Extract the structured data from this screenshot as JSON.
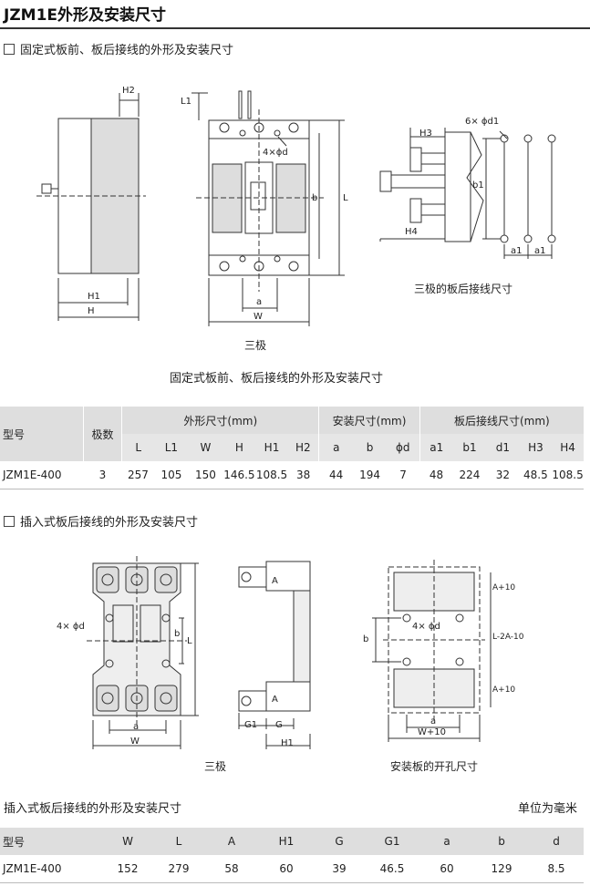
{
  "page_title": "JZM1E外形及安装尺寸",
  "section1": {
    "heading": "固定式板前、板后接线的外形及安装尺寸",
    "fig_label_poles": "三极",
    "fig_label_back": "三极的板后接线尺寸",
    "caption": "固定式板前、板后接线的外形及安装尺寸",
    "dims": {
      "H2": "H2",
      "H1": "H1",
      "H": "H",
      "L1": "L1",
      "L": "L",
      "b": "b",
      "a": "a",
      "W": "W",
      "holes": "4×ϕd",
      "H3": "H3",
      "H4": "H4",
      "b1": "b1",
      "a1": "a1",
      "six_holes": "6× ϕd1"
    },
    "table": {
      "col_model": "型号",
      "col_poles": "极数",
      "group_outline": "外形尺寸(mm)",
      "group_install": "安装尺寸(mm)",
      "group_back": "板后接线尺寸(mm)",
      "subcols": [
        "L",
        "L1",
        "W",
        "H",
        "H1",
        "H2",
        "a",
        "b",
        "ϕd",
        "a1",
        "b1",
        "d1",
        "H3",
        "H4"
      ],
      "rows": [
        {
          "model": "JZM1E-400",
          "poles": "3",
          "values": [
            "257",
            "105",
            "150",
            "146.5",
            "108.5",
            "38",
            "44",
            "194",
            "7",
            "48",
            "224",
            "32",
            "48.5",
            "108.5"
          ]
        }
      ]
    }
  },
  "section2": {
    "heading": "插入式板后接线的外形及安装尺寸",
    "fig_label_poles": "三极",
    "fig_label_panel": "安装板的开孔尺寸",
    "caption": "插入式板后接线的外形及安装尺寸",
    "unit_note": "单位为毫米",
    "dims": {
      "holes": "4× ϕd",
      "L": "L",
      "b": "b",
      "a": "a",
      "W": "W",
      "A": "A",
      "G1": "G1",
      "G": "G",
      "H1": "H1",
      "Wp10": "W+10",
      "Ap10": "A+10",
      "L2A": "L-2A-10"
    },
    "table": {
      "headers": [
        "型号",
        "W",
        "L",
        "A",
        "H1",
        "G",
        "G1",
        "a",
        "b",
        "d"
      ],
      "rows": [
        {
          "cells": [
            "JZM1E-400",
            "152",
            "279",
            "58",
            "60",
            "39",
            "46.5",
            "60",
            "129",
            "8.5"
          ]
        }
      ]
    }
  }
}
